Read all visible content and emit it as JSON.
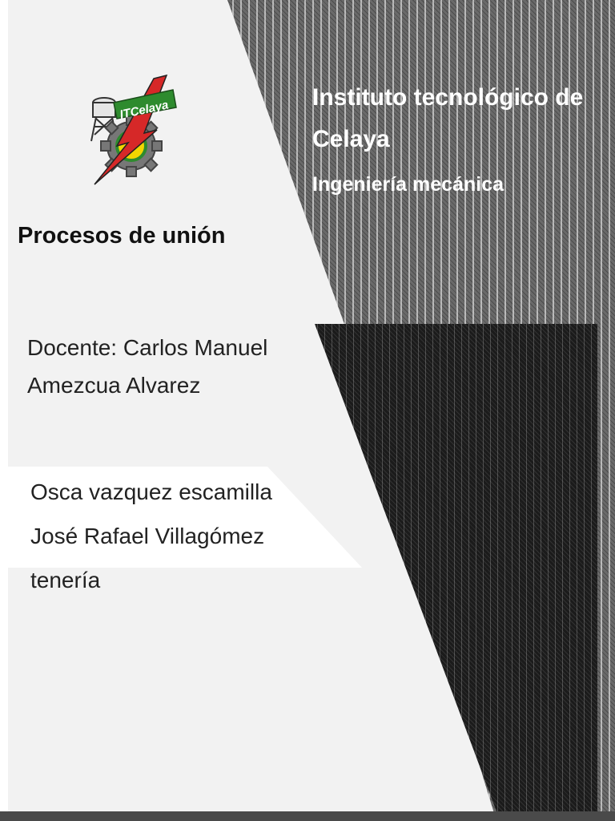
{
  "institution": {
    "title": "Instituto tecnológico de Celaya",
    "career": "Ingeniería mecánica",
    "logo_text": "ITCelaya"
  },
  "document": {
    "title": "Procesos de unión",
    "teacher_line1": "Docente: Carlos Manuel",
    "teacher_line2": "Amezcua Alvarez",
    "student_1": "Osca vazquez escamilla",
    "student_2_line1": "José Rafael Villagómez",
    "student_2_line2": "tenería"
  },
  "colors": {
    "page_background": "#f2f2f2",
    "stripe_panel": "#6a6a6a",
    "dark_panel": "#1b1b1b",
    "ribbon": "#ffffff",
    "logo_green": "#2e8b2e",
    "logo_red": "#d62828",
    "logo_yellow": "#f2d600",
    "logo_gray": "#777777"
  }
}
